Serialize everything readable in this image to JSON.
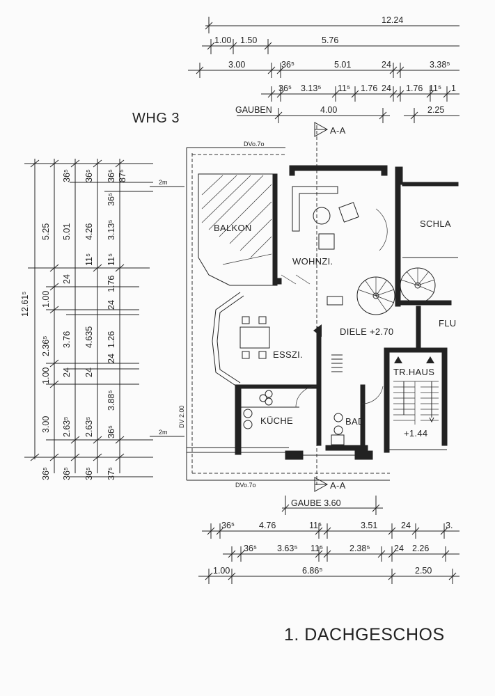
{
  "title": "1. DACHGESCHOS",
  "unit_label": "WHG 3",
  "section_marks": [
    "A-A",
    "A-A"
  ],
  "rooms": {
    "balkon": "BALKON",
    "wohnzi": "WOHNZI.",
    "schla": "SCHLA",
    "flu": "FLU",
    "diele": "DIELE +2.70",
    "esszi": "ESSZI.",
    "trhaus": "TR.HAUS",
    "kueche": "KÜCHE",
    "bad": "BAD",
    "level_144": "+1.44"
  },
  "annotations": {
    "dv_top": "DVo.7o",
    "dv_bottom": "DVo.7o",
    "dv_side": "DV 2.00",
    "two_m_top": "2m",
    "two_m_bottom": "2m",
    "gauben_label": "GAUBEN",
    "gauben_value": "4.00",
    "gauben_right": "2.25",
    "gaube_bottom": "GAUBE  3.60"
  },
  "top_dims": {
    "row1": [
      "12.24"
    ],
    "row2": [
      "1.00",
      "1.50",
      "5.76"
    ],
    "row3": [
      "3.00",
      "36⁵",
      "5.01",
      "24",
      "3.38⁵"
    ],
    "row4": [
      "36⁵",
      "3.13⁵",
      "11⁵",
      "1.76",
      "24",
      "1.76",
      "11⁵",
      "1"
    ]
  },
  "bottom_dims": {
    "row1": [
      "36⁵",
      "4.76",
      "11⁵",
      "3.51",
      "24",
      "3."
    ],
    "row2": [
      "36⁵",
      "3.63⁵",
      "11⁵",
      "2.38⁵",
      "24",
      "2.26"
    ],
    "row3": [
      "1.00",
      "6.86⁵",
      "2.50"
    ]
  },
  "left_dims": {
    "col1": [
      "12.61⁵"
    ],
    "col2": [
      "5.25",
      "1.00",
      "2.36⁵",
      "1.00",
      "3.00",
      "36⁵"
    ],
    "col3": [
      "36⁵",
      "5.01",
      "24",
      "3.76",
      "24",
      "2.63⁵",
      "36⁵"
    ],
    "col4": [
      "36⁵",
      "4.26",
      "11⁵",
      "4.635",
      "24",
      "2.63⁵",
      "36⁵"
    ],
    "col5": [
      "36⁵",
      "87⁵",
      "36⁵",
      "3.13⁵",
      "11⁵",
      "1.76",
      "24",
      "1.26",
      "24",
      "3.88⁵",
      "36⁵",
      "37⁵"
    ]
  }
}
